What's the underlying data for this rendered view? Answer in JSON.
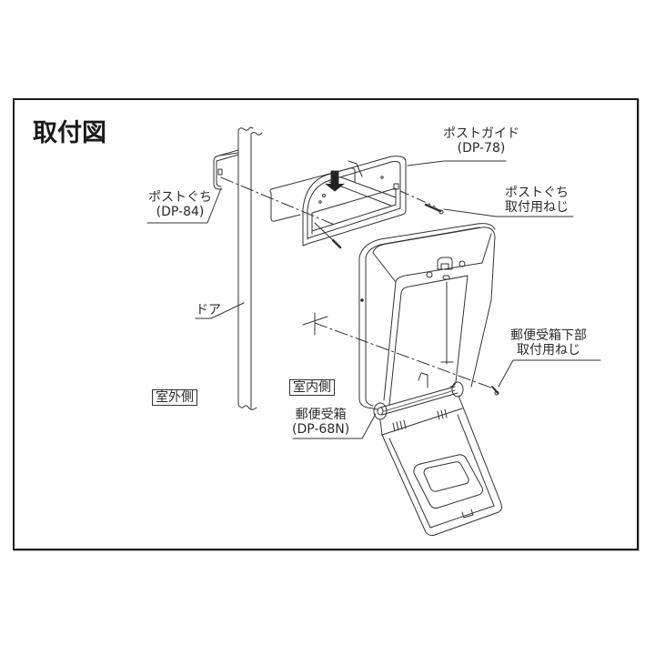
{
  "diagram": {
    "title": "取付図",
    "labels": {
      "post_slot": {
        "name": "ポストぐち",
        "model": "(DP-84)"
      },
      "post_guide": {
        "name": "ポストガイド",
        "model": "(DP-78)"
      },
      "post_slot_screw": {
        "line1": "ポストぐち",
        "line2": "取付用ねじ"
      },
      "door": "ドア",
      "mailbox_lower_screw": {
        "line1": "郵便受箱下部",
        "line2": "取付用ねじ"
      },
      "indoor_side": "室内側",
      "outdoor_side": "室外側",
      "mailbox": {
        "name": "郵便受箱",
        "model": "(DP-68N)"
      }
    },
    "colors": {
      "line": "#333333",
      "frame": "#1a1a1a",
      "background": "#ffffff"
    }
  }
}
